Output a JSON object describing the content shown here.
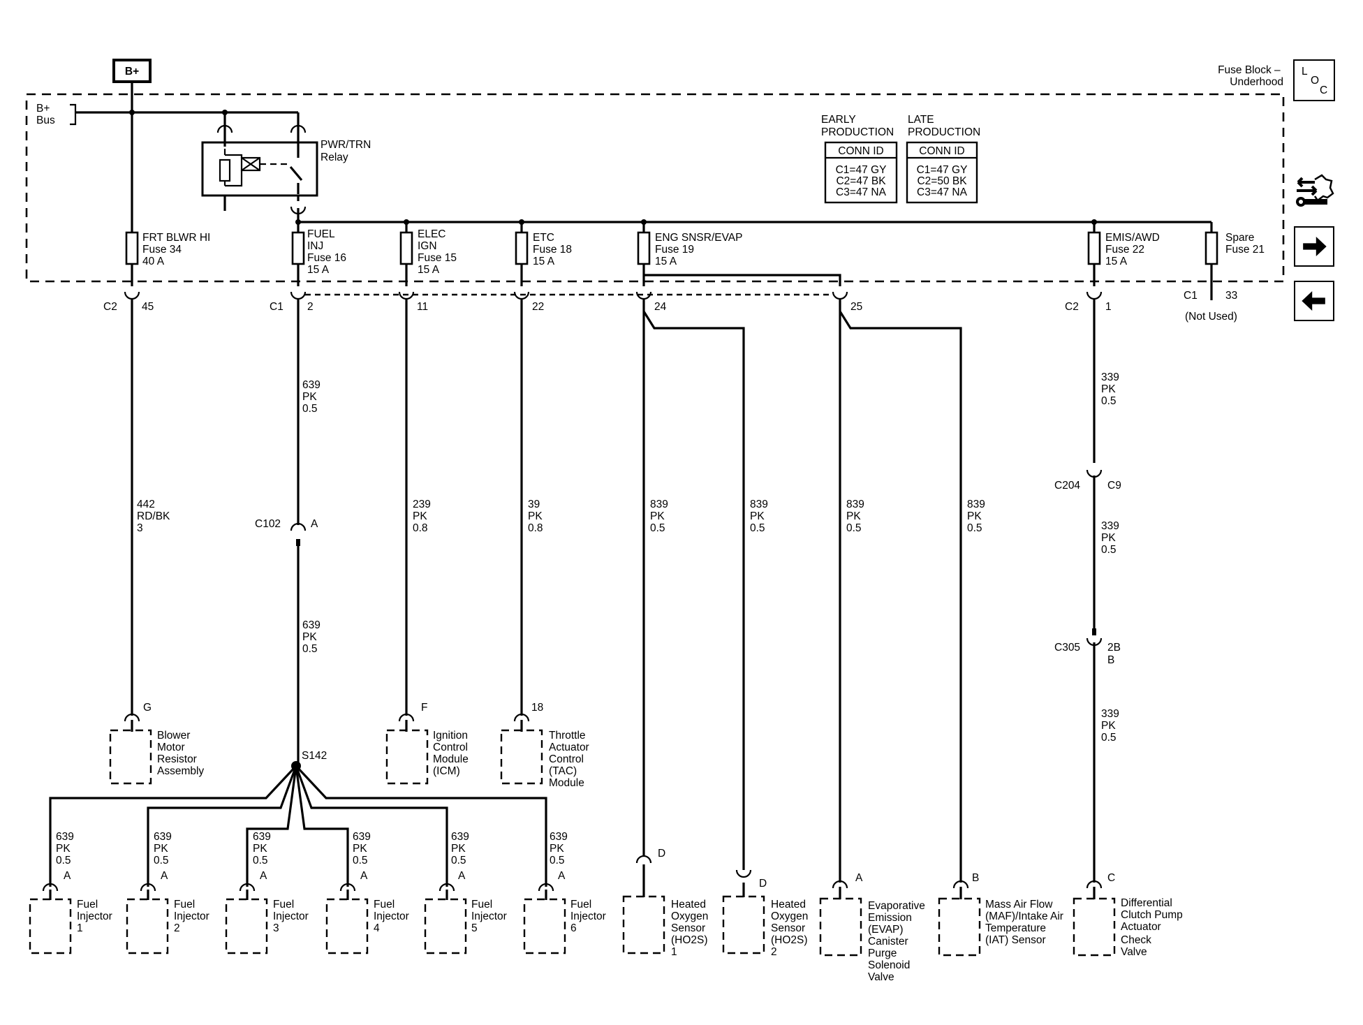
{
  "power": {
    "bplus": "B+",
    "bus": [
      "B+",
      "Bus"
    ]
  },
  "fuse_block": {
    "title": [
      "Fuse Block –",
      "Underhood"
    ],
    "loc_icon": [
      "L",
      "O",
      "C"
    ]
  },
  "relay": {
    "label": [
      "PWR/TRN",
      "Relay"
    ]
  },
  "conn_table": {
    "early_heading": [
      "EARLY",
      "PRODUCTION"
    ],
    "late_heading": [
      "LATE",
      "PRODUCTION"
    ],
    "early": {
      "header": "CONN ID",
      "rows": [
        "C1=47 GY",
        "C2=47 BK",
        "C3=47 NA"
      ]
    },
    "late": {
      "header": "CONN ID",
      "rows": [
        "C1=47 GY",
        "C2=50 BK",
        "C3=47 NA"
      ]
    }
  },
  "fuses": [
    {
      "lines": [
        "FRT BLWR HI",
        "Fuse 34",
        "40 A"
      ]
    },
    {
      "lines": [
        "FUEL",
        "INJ",
        "Fuse 16",
        "15 A"
      ]
    },
    {
      "lines": [
        "ELEC",
        "IGN",
        "Fuse 15",
        "15 A"
      ]
    },
    {
      "lines": [
        "ETC",
        "Fuse 18",
        "15 A"
      ]
    },
    {
      "lines": [
        "ENG SNSR/EVAP",
        "Fuse 19",
        "15 A"
      ]
    },
    {
      "lines": [
        "EMIS/AWD",
        "Fuse 22",
        "15 A"
      ]
    },
    {
      "lines": [
        "Spare",
        "Fuse 21"
      ]
    }
  ],
  "connectors": {
    "c2_45": [
      "C2",
      "45"
    ],
    "c1_2": [
      "C1",
      "2"
    ],
    "p11": "11",
    "p22": "22",
    "p24": "24",
    "p25": "25",
    "c2_1": [
      "C2",
      "1"
    ],
    "c1_33": [
      "C1",
      "33"
    ],
    "not_used": "(Not Used)",
    "c102": [
      "C102",
      "A"
    ],
    "c204": [
      "C204",
      "C9"
    ],
    "c305": [
      "C305",
      "2B",
      "B"
    ],
    "splice": "S142"
  },
  "wires": {
    "blower": [
      "442",
      "RD/BK",
      "3"
    ],
    "fuel_upper": [
      "639",
      "PK",
      "0.5"
    ],
    "fuel_lower": [
      "639",
      "PK",
      "0.5"
    ],
    "icm": [
      "239",
      "PK",
      "0.8"
    ],
    "tac": [
      "39",
      "PK",
      "0.8"
    ],
    "ho2s1": [
      "839",
      "PK",
      "0.5"
    ],
    "ho2s2": [
      "839",
      "PK",
      "0.5"
    ],
    "evap": [
      "839",
      "PK",
      "0.5"
    ],
    "maf": [
      "839",
      "PK",
      "0.5"
    ],
    "diff_1": [
      "339",
      "PK",
      "0.5"
    ],
    "diff_2": [
      "339",
      "PK",
      "0.5"
    ],
    "diff_3": [
      "339",
      "PK",
      "0.5"
    ],
    "inj": [
      "639",
      "PK",
      "0.5"
    ]
  },
  "components": [
    {
      "pin": "G",
      "lines": [
        "Blower",
        "Motor",
        "Resistor",
        "Assembly"
      ]
    },
    {
      "pin": "F",
      "lines": [
        "Ignition",
        "Control",
        "Module",
        "(ICM)"
      ]
    },
    {
      "pin": "18",
      "lines": [
        "Throttle",
        "Actuator",
        "Control",
        "(TAC)",
        "Module"
      ]
    },
    {
      "pin": "A",
      "lines": [
        "Fuel",
        "Injector",
        "1"
      ]
    },
    {
      "pin": "A",
      "lines": [
        "Fuel",
        "Injector",
        "2"
      ]
    },
    {
      "pin": "A",
      "lines": [
        "Fuel",
        "Injector",
        "3"
      ]
    },
    {
      "pin": "A",
      "lines": [
        "Fuel",
        "Injector",
        "4"
      ]
    },
    {
      "pin": "A",
      "lines": [
        "Fuel",
        "Injector",
        "5"
      ]
    },
    {
      "pin": "A",
      "lines": [
        "Fuel",
        "Injector",
        "6"
      ]
    },
    {
      "pin": "D",
      "lines": [
        "Heated",
        "Oxygen",
        "Sensor",
        "(HO2S)",
        "1"
      ]
    },
    {
      "pin": "D",
      "lines": [
        "Heated",
        "Oxygen",
        "Sensor",
        "(HO2S)",
        "2"
      ]
    },
    {
      "pin": "A",
      "lines": [
        "Evaporative",
        "Emission",
        "(EVAP)",
        "Canister",
        "Purge",
        "Solenoid",
        "Valve"
      ]
    },
    {
      "pin": "B",
      "lines": [
        "Mass Air Flow",
        "(MAF)/Intake Air",
        "Temperature",
        "(IAT) Sensor"
      ]
    },
    {
      "pin": "C",
      "lines": [
        "Differential",
        "Clutch Pump",
        "Actuator",
        "Check",
        "Valve"
      ]
    }
  ],
  "nav": {
    "tools_icon": "wrench-arrows-icon",
    "next_icon": "arrow-right-icon",
    "prev_icon": "arrow-left-icon"
  }
}
